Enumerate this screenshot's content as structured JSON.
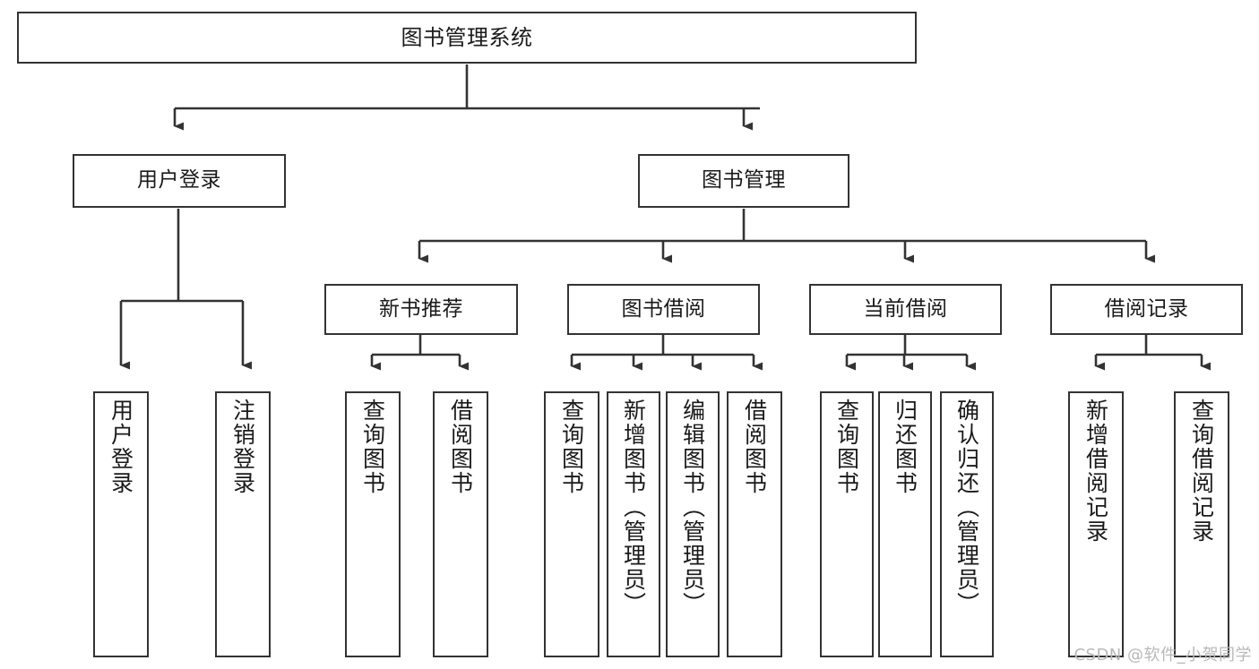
{
  "diagram": {
    "type": "tree",
    "title": "图书管理系统",
    "orientation": "top-down",
    "nodes": {
      "root": {
        "label": "图书管理系统",
        "level": 0
      },
      "user_login": {
        "label": "用户登录",
        "level": 1
      },
      "book_manage": {
        "label": "图书管理",
        "level": 1
      },
      "new_book_rec": {
        "label": "新书推荐",
        "level": 2
      },
      "book_borrow": {
        "label": "图书借阅",
        "level": 2
      },
      "current_borrow": {
        "label": "当前借阅",
        "level": 2
      },
      "borrow_record": {
        "label": "借阅记录",
        "level": 2
      },
      "leaf_user_login": {
        "label": "用户登录",
        "level": 2
      },
      "leaf_logout": {
        "label": "注销登录",
        "level": 2
      },
      "leaf_query_book_1": {
        "label": "查询图书",
        "level": 3
      },
      "leaf_borrow_book_1": {
        "label": "借阅图书",
        "level": 3
      },
      "leaf_query_book_2": {
        "label": "查询图书",
        "level": 3
      },
      "leaf_add_book": {
        "label": "新增图书（管理员）",
        "level": 3
      },
      "leaf_edit_book": {
        "label": "编辑图书（管理员）",
        "level": 3
      },
      "leaf_borrow_book_2": {
        "label": "借阅图书",
        "level": 3
      },
      "leaf_query_book_3": {
        "label": "查询图书",
        "level": 3
      },
      "leaf_return_book": {
        "label": "归还图书",
        "level": 3
      },
      "leaf_confirm_return": {
        "label": "确认归还（管理员）",
        "level": 3
      },
      "leaf_add_record": {
        "label": "新增借阅记录",
        "level": 3
      },
      "leaf_query_record": {
        "label": "查询借阅记录",
        "level": 3
      }
    },
    "edges": [
      {
        "from": "root",
        "to": "user_login"
      },
      {
        "from": "root",
        "to": "book_manage"
      },
      {
        "from": "user_login",
        "to": "leaf_user_login"
      },
      {
        "from": "user_login",
        "to": "leaf_logout"
      },
      {
        "from": "book_manage",
        "to": "new_book_rec"
      },
      {
        "from": "book_manage",
        "to": "book_borrow"
      },
      {
        "from": "book_manage",
        "to": "current_borrow"
      },
      {
        "from": "book_manage",
        "to": "borrow_record"
      },
      {
        "from": "new_book_rec",
        "to": "leaf_query_book_1"
      },
      {
        "from": "new_book_rec",
        "to": "leaf_borrow_book_1"
      },
      {
        "from": "book_borrow",
        "to": "leaf_query_book_2"
      },
      {
        "from": "book_borrow",
        "to": "leaf_add_book"
      },
      {
        "from": "book_borrow",
        "to": "leaf_edit_book"
      },
      {
        "from": "book_borrow",
        "to": "leaf_borrow_book_2"
      },
      {
        "from": "current_borrow",
        "to": "leaf_query_book_3"
      },
      {
        "from": "current_borrow",
        "to": "leaf_return_book"
      },
      {
        "from": "current_borrow",
        "to": "leaf_confirm_return"
      },
      {
        "from": "borrow_record",
        "to": "leaf_add_record"
      },
      {
        "from": "borrow_record",
        "to": "leaf_query_record"
      }
    ],
    "colors": {
      "background": "#ffffff",
      "node_border": "#333333",
      "node_fill": "#ffffff",
      "connector": "#333333",
      "text": "#1a1a1a",
      "watermark": "#b8b8b8"
    }
  },
  "watermark": {
    "text": "CSDN @软件_小贺同学"
  }
}
